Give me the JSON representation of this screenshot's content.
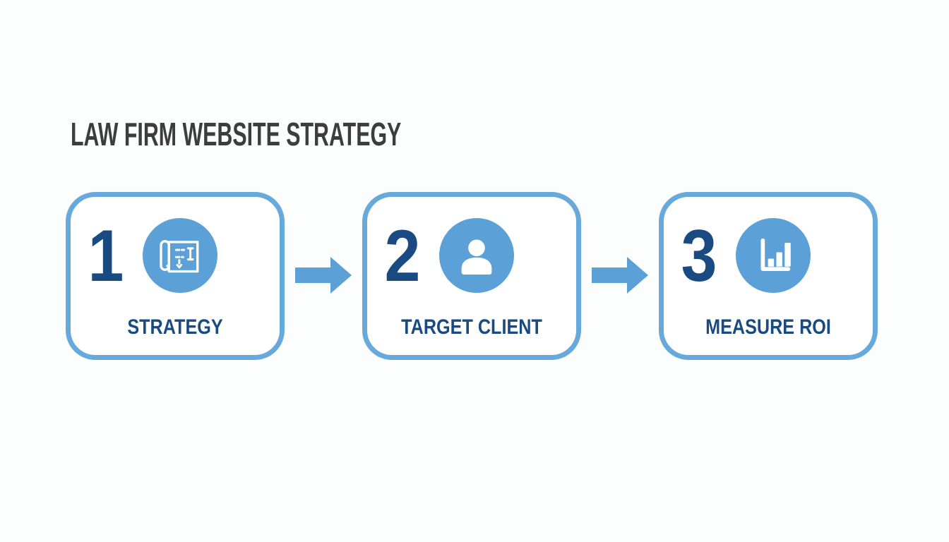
{
  "title": "LAW FIRM WEBSITE STRATEGY",
  "steps": [
    {
      "number": "1",
      "label": "STRATEGY",
      "icon": "blueprint-icon"
    },
    {
      "number": "2",
      "label": "TARGET CLIENT",
      "icon": "person-icon"
    },
    {
      "number": "3",
      "label": "MEASURE ROI",
      "icon": "bar-chart-icon"
    }
  ],
  "connectors": [
    {
      "icon": "arrow-right-icon"
    },
    {
      "icon": "arrow-right-icon"
    }
  ],
  "colors": {
    "accent_blue": "#5ba1d8",
    "border_blue": "#68a9dc",
    "navy": "#1a4a82",
    "title_gray": "#3d3d3d",
    "background": "#fcfdfd",
    "box_background": "#ffffff"
  }
}
